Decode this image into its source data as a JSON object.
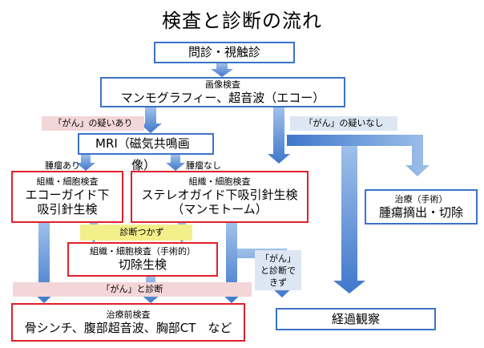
{
  "title": "検査と診断の流れ",
  "nodes": {
    "interview": "問診・視触診",
    "imaging_small": "画像検査",
    "imaging_main": "マンモグラフィー、超音波（エコー）",
    "mri_line1": "MRI（磁気共鳴画",
    "mri_line2": "像）",
    "biopsy_echo_small": "組織・細胞検査",
    "biopsy_echo_line1": "エコーガイド下",
    "biopsy_echo_line2": "吸引針生検",
    "biopsy_stereo_small": "組織・細胞検査",
    "biopsy_stereo_line1": "ステレオガイド下吸引針生検",
    "biopsy_stereo_line2": "（マンモトーム）",
    "surgical_small": "組織・細胞検査（手術的）",
    "surgical_main": "切除生検",
    "treatment_small": "治療（手術）",
    "treatment_main": "腫瘍摘出・切除",
    "pretreatment_small": "治療前検査",
    "pretreatment_main": "骨シンチ、腹部超音波、胸部CT　など",
    "observation": "経過観察"
  },
  "labels": {
    "suspect_cancer": "「がん」の疑いあり",
    "no_suspect_cancer": "「がん」の疑いなし",
    "tumor_yes": "腫瘤あり",
    "tumor_no": "腫瘤なし",
    "undiagnosed": "診断つかず",
    "diagnosed_cancer": "「がん」と診断",
    "cannot_diagnose_1": "「がん」",
    "cannot_diagnose_2": "と診断で",
    "cannot_diagnose_3": "きず"
  },
  "colors": {
    "box_blue": "#3b73c6",
    "box_red": "#e0202a",
    "arrow_fill": "#5b8fd6",
    "band_pink": "#f3d6d8",
    "band_blue": "#dde6f3",
    "band_yellow": "#f3ef8a"
  }
}
